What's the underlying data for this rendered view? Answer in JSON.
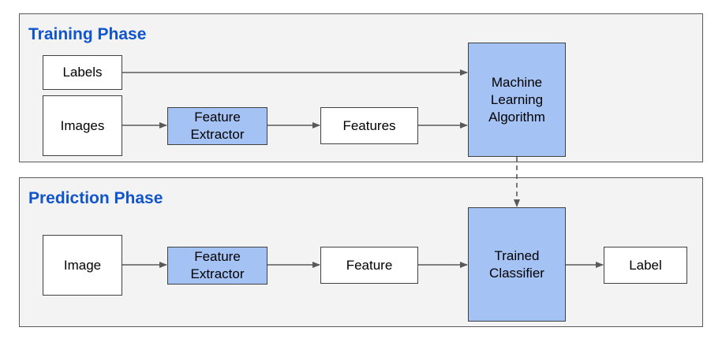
{
  "colors": {
    "phase_title": "#1155cc",
    "phase_background": "#f3f3f3",
    "box_blue": "#a4c2f4",
    "box_white": "#ffffff",
    "arrow": "#595959"
  },
  "training": {
    "title": "Training Phase",
    "labels": "Labels",
    "images": "Images",
    "feature_extractor": "Feature\nExtractor",
    "features": "Features",
    "ml_algorithm": "Machine\nLearning\nAlgorithm"
  },
  "prediction": {
    "title": "Prediction Phase",
    "image": "Image",
    "feature_extractor": "Feature\nExtractor",
    "feature": "Feature",
    "trained_classifier": "Trained\nClassifier",
    "label": "Label"
  }
}
